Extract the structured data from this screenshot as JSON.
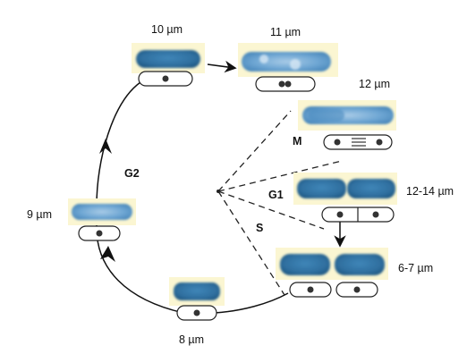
{
  "stage_labels": {
    "top_left": "10 µm",
    "top_right": "11 µm",
    "right_top": "12 µm",
    "right_mid": "12-14 µm",
    "right_bottom": "6-7 µm",
    "bottom": "8 µm",
    "left": "9 µm"
  },
  "phases": {
    "g2": "G2",
    "m": "M",
    "g1": "G1",
    "s": "S"
  },
  "colors": {
    "cell_fill": "#2f6f9f",
    "cell_light": "#7fb0d6",
    "cell_dark": "#1d5279",
    "halo": "#fbf6d2",
    "outline": "#222222"
  }
}
